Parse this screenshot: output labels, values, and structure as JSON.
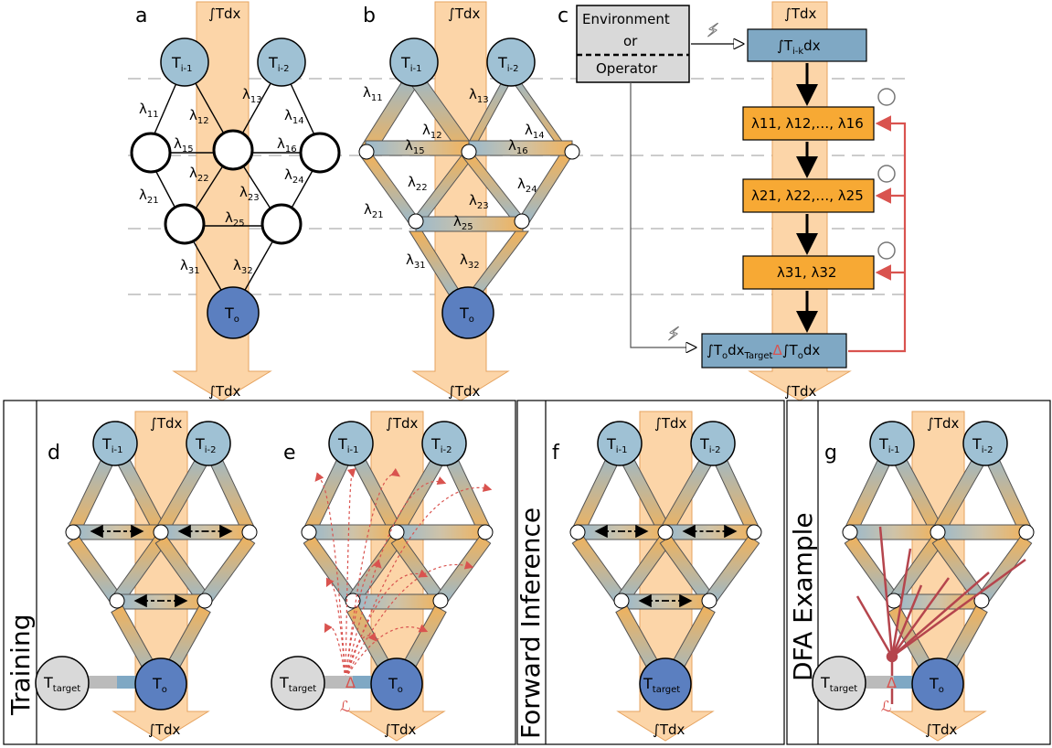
{
  "panel_labels": [
    "a",
    "b",
    "c",
    "d",
    "e",
    "f",
    "g"
  ],
  "flow_label": "∫Tdx",
  "nodes": {
    "t_i1": "T",
    "t_i1_sub": "i-1",
    "t_i2": "T",
    "t_i2_sub": "i-2",
    "t_o": "T",
    "t_o_sub": "o",
    "t_target": "T",
    "t_target_sub": "target"
  },
  "lambdas": {
    "l11": "λ",
    "l11_sub": "11",
    "l12": "λ",
    "l12_sub": "12",
    "l13": "λ",
    "l13_sub": "13",
    "l14": "λ",
    "l14_sub": "14",
    "l15": "λ",
    "l15_sub": "15",
    "l16": "λ",
    "l16_sub": "16",
    "l21": "λ",
    "l21_sub": "21",
    "l22": "λ",
    "l22_sub": "22",
    "l23": "λ",
    "l23_sub": "23",
    "l24": "λ",
    "l24_sub": "24",
    "l25": "λ",
    "l25_sub": "25",
    "l31": "λ",
    "l31_sub": "31",
    "l32": "λ",
    "l32_sub": "32"
  },
  "panel_c": {
    "env_line1": "Environment",
    "env_line2": "or",
    "env_line3": "Operator",
    "input_box": "∫T",
    "input_sub": "i-k",
    "input_tail": "dx",
    "layer1": "λ11, λ12,…, λ16",
    "layer2": "λ21, λ22,…, λ25",
    "layer3": "λ31, λ32",
    "output_a": "∫T",
    "output_a_sub": "o",
    "output_a_mid": "dx",
    "output_a_sub2": "Target",
    "output_delta": "Δ",
    "output_b": "∫T",
    "output_b_sub": "o",
    "output_b_tail": "dx"
  },
  "side_labels": {
    "training": "Training",
    "forward": "Forward Inference",
    "dfa": "DFA Example"
  },
  "loss": {
    "delta": "Δ",
    "loss_symbol": "ℒ"
  },
  "colors": {
    "flow": "#fcd5a8",
    "node_top": "#9fc1d4",
    "node_out": "#5b7fc0",
    "node_target": "#d9d9d9",
    "box_blue": "#7fa8c4",
    "box_orange": "#f7a934",
    "feedback": "#d9534f",
    "strut_blue": "#9ab9cc",
    "strut_orange": "#f0b25c"
  }
}
